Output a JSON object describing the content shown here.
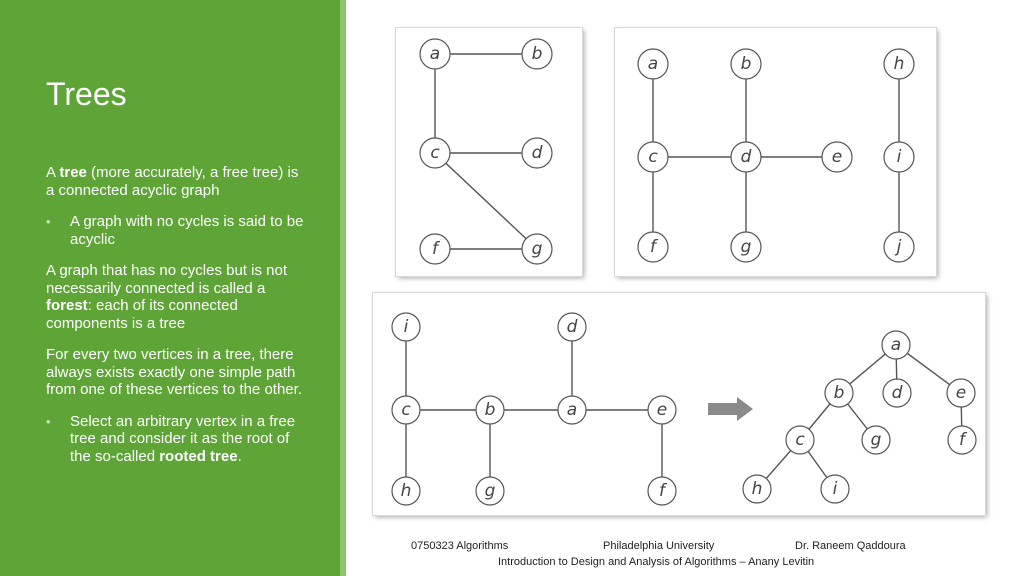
{
  "slide": {
    "title": "Trees",
    "p1_a": "A ",
    "p1_bold": "tree",
    "p1_b": " (more accurately, a free tree) is a connected acyclic graph",
    "bullet1": "A graph with no cycles is said to be acyclic",
    "p2_a": "A graph that has no cycles but is not necessarily connected is called a ",
    "p2_bold": "forest",
    "p2_b": ": each of its connected components is a tree",
    "p3": "For every two vertices in a tree, there always exists exactly one simple path from one of these vertices to the other.",
    "bullet2_a": "Select an arbitrary vertex in a free tree and consider it as the root of the so-called ",
    "bullet2_bold": "rooted tree",
    "bullet2_b": "."
  },
  "footer": {
    "course": "0750323 Algorithms",
    "university": "Philadelphia University",
    "author": "Dr. Raneem Qaddoura",
    "book": "Introduction to Design and Analysis of Algorithms – Anany Levitin"
  },
  "figures": {
    "graph": {
      "a": "a",
      "b": "b",
      "c": "c",
      "d": "d",
      "f": "f",
      "g": "g"
    },
    "forest": {
      "a": "a",
      "b": "b",
      "c": "c",
      "d": "d",
      "e": "e",
      "f": "f",
      "g": "g",
      "h": "h",
      "i": "i",
      "j": "j"
    },
    "free_tree": {
      "i": "i",
      "d": "d",
      "c": "c",
      "b": "b",
      "a": "a",
      "e": "e",
      "h": "h",
      "g": "g",
      "f": "f"
    },
    "rooted_tree": {
      "a": "a",
      "b": "b",
      "d": "d",
      "e": "e",
      "c": "c",
      "g": "g",
      "f": "f",
      "h": "h",
      "i": "i"
    }
  },
  "colors": {
    "panel": "#5ea437",
    "stripe": "#8cc56a",
    "arrow": "#8a8a8a"
  }
}
